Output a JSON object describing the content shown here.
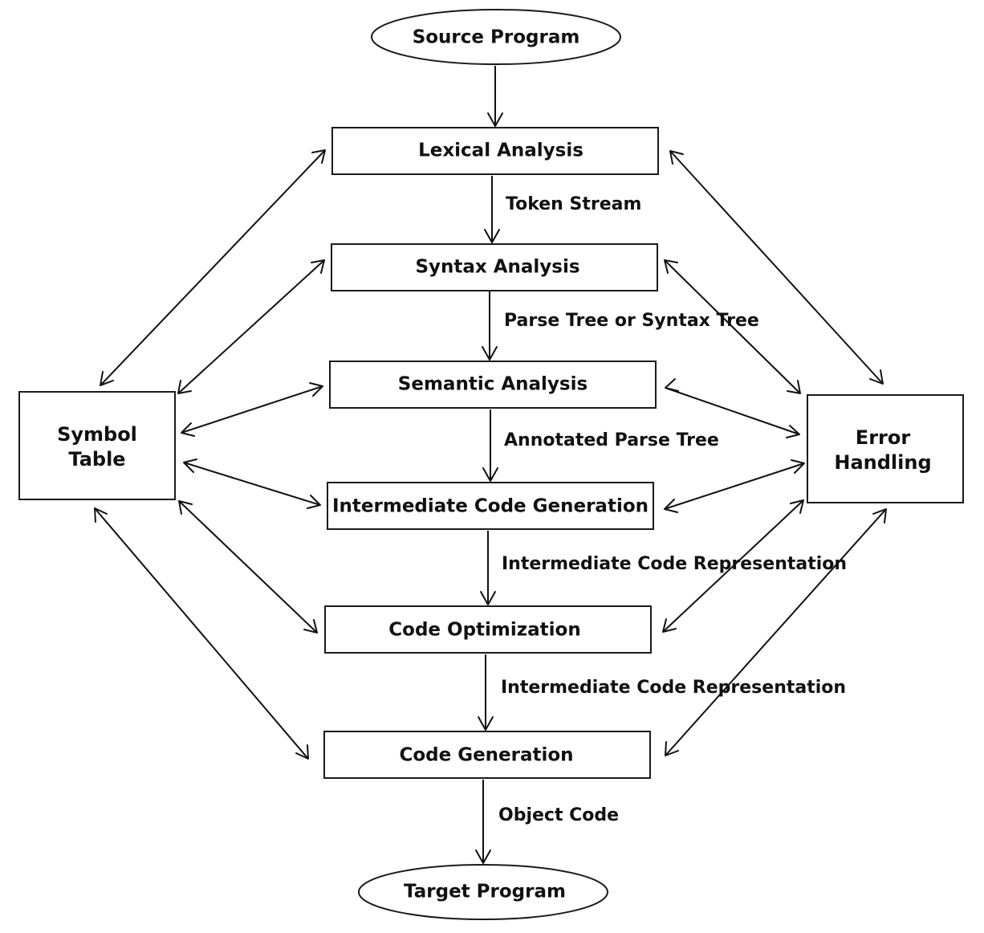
{
  "nodes": {
    "source": "Source Program",
    "lexical": "Lexical Analysis",
    "syntax": "Syntax Analysis",
    "semantic": "Semantic Analysis",
    "intermediate": "Intermediate Code Generation",
    "optimization": "Code Optimization",
    "generation": "Code Generation",
    "target": "Target Program"
  },
  "side": {
    "symbol_table": [
      "Symbol",
      "Table"
    ],
    "error_handling": [
      "Error",
      "Handling"
    ]
  },
  "edges": {
    "token_stream": "Token Stream",
    "parse_tree": "Parse Tree or Syntax Tree",
    "annotated": "Annotated Parse Tree",
    "icr1": "Intermediate Code Representation",
    "icr2": "Intermediate Code Representation",
    "object_code": "Object Code"
  }
}
